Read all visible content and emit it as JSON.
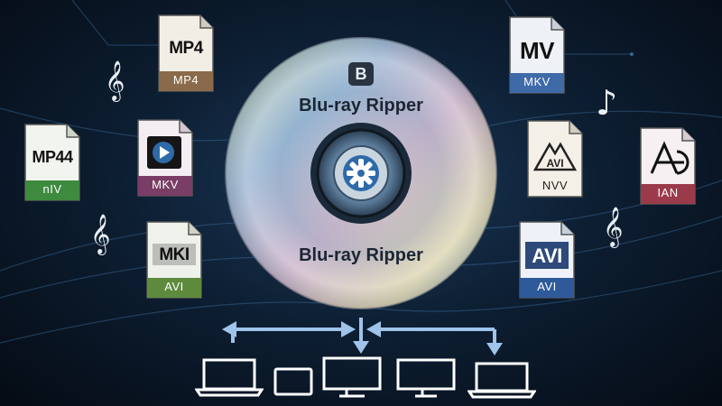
{
  "disc": {
    "title_top": "Blu-ray Ripper",
    "title_bottom": "Blu-ray Ripper",
    "logo_letter": "B"
  },
  "files": {
    "mp4_top": {
      "big": "MP4",
      "small": "MP4",
      "tab_color": "#8a6a4a"
    },
    "mp44": {
      "big": "MP44",
      "small": "nIV",
      "tab_color": "#3e8a3e"
    },
    "mkv_left": {
      "small": "MKV",
      "tab_color": "#7a3e66",
      "icon": "media-player-icon"
    },
    "mk_avi": {
      "big": "MKI",
      "small": "AVI",
      "tab_color": "#5e8a3e"
    },
    "mv_mkv": {
      "big": "MV",
      "small": "MKV",
      "tab_color": "#3e6aa8"
    },
    "avi_nvv": {
      "big": "AVI",
      "small": "NVV",
      "tab_color": "#7a5a3a",
      "icon": "mountain-icon"
    },
    "ian": {
      "small": "IAN",
      "tab_color": "#9a3a4a",
      "icon": "a-arrow-icon"
    },
    "avi_right": {
      "big": "AVI",
      "small": "AVI",
      "tab_color": "#2e5a9a"
    }
  },
  "notes": {
    "note1": "𝄞",
    "note2": "𝄞",
    "note3": "♪",
    "note4": "𝄞"
  },
  "devices": [
    "laptop-icon",
    "tablet-icon",
    "monitor-icon",
    "monitor-icon",
    "laptop-icon"
  ],
  "colors": {
    "background": "#0d1f33",
    "arrow": "#9ec4ea",
    "device_stroke": "#ffffff"
  }
}
